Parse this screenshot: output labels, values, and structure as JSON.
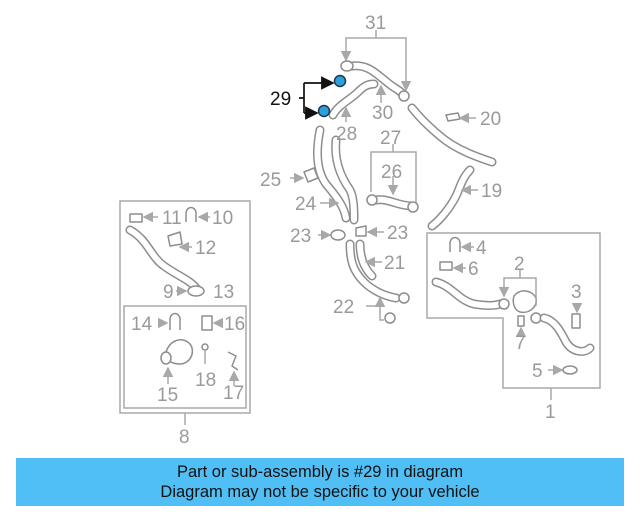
{
  "diagram": {
    "callouts": {
      "c1": "1",
      "c2": "2",
      "c3": "3",
      "c4": "4",
      "c5": "5",
      "c6": "6",
      "c7": "7",
      "c8": "8",
      "c9": "9",
      "c10": "10",
      "c11": "11",
      "c12": "12",
      "c13": "13",
      "c14": "14",
      "c15": "15",
      "c16": "16",
      "c17": "17",
      "c18": "18",
      "c19": "19",
      "c20": "20",
      "c21": "21",
      "c22": "22",
      "c23a": "23",
      "c23b": "23",
      "c24": "24",
      "c25": "25",
      "c26": "26",
      "c27": "27",
      "c28": "28",
      "c29": "29",
      "c30": "30",
      "c31": "31"
    },
    "highlight_part": "29",
    "colors": {
      "highlight_part": "#2e9fd8",
      "lines": "#a8a8a8",
      "banner": "#4fbff5"
    }
  },
  "banner": {
    "line1": "Part or sub-assembly is #29 in diagram",
    "line2": "Diagram may not be specific to your vehicle"
  }
}
